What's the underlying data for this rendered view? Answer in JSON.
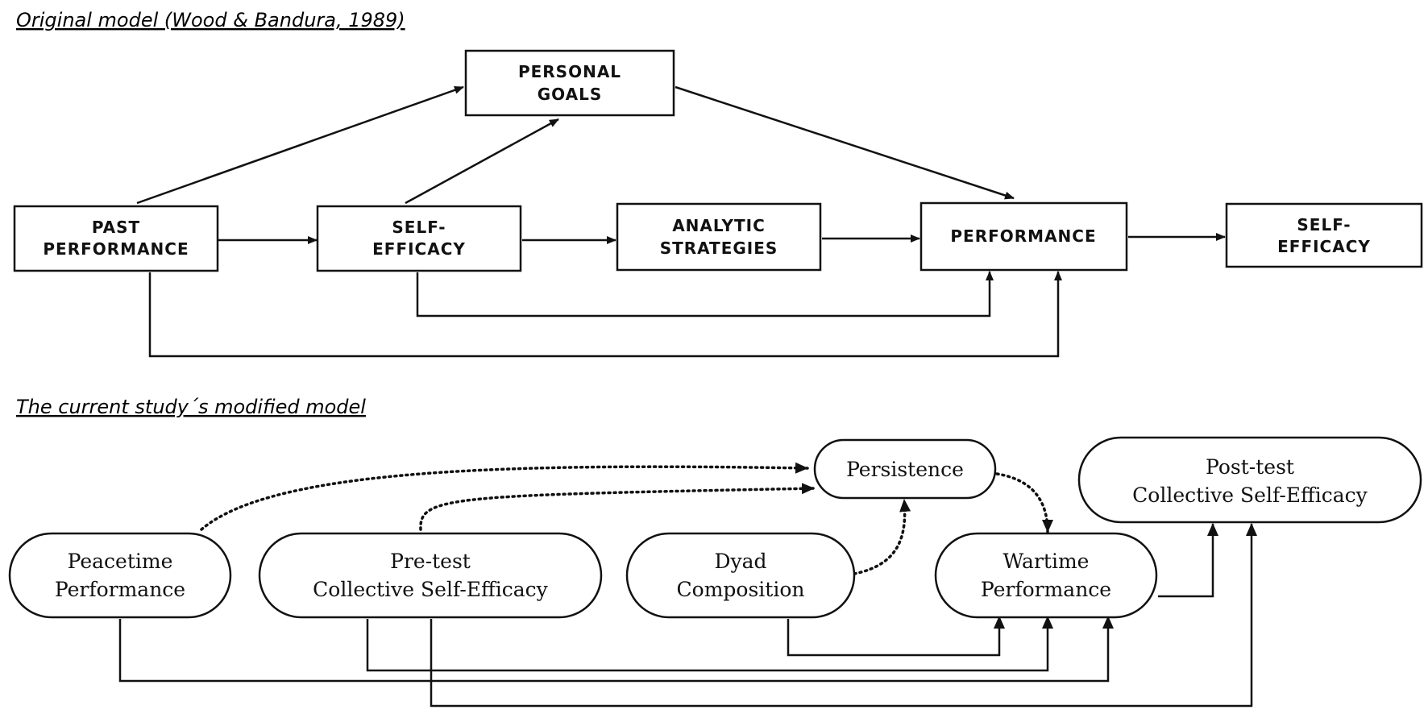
{
  "headings": {
    "original": "Original model (Wood & Bandura, 1989)",
    "modified": "The current study´s modified model"
  },
  "original_model": {
    "personal_goals": [
      "PERSONAL",
      "GOALS"
    ],
    "past_performance": [
      "PAST",
      "PERFORMANCE"
    ],
    "self_efficacy": [
      "SELF-",
      "EFFICACY"
    ],
    "analytic_strategies": [
      "ANALYTIC",
      "STRATEGIES"
    ],
    "performance": [
      "PERFORMANCE"
    ],
    "self_efficacy_out": [
      "SELF-",
      "EFFICACY"
    ]
  },
  "modified_model": {
    "persistence": [
      "Persistence"
    ],
    "post_test": [
      "Post-test",
      "Collective Self-Efficacy"
    ],
    "peacetime": [
      "Peacetime",
      "Performance"
    ],
    "pre_test": [
      "Pre-test",
      "Collective Self-Efficacy"
    ],
    "dyad": [
      "Dyad",
      "Composition"
    ],
    "wartime": [
      "Wartime",
      "Performance"
    ]
  }
}
